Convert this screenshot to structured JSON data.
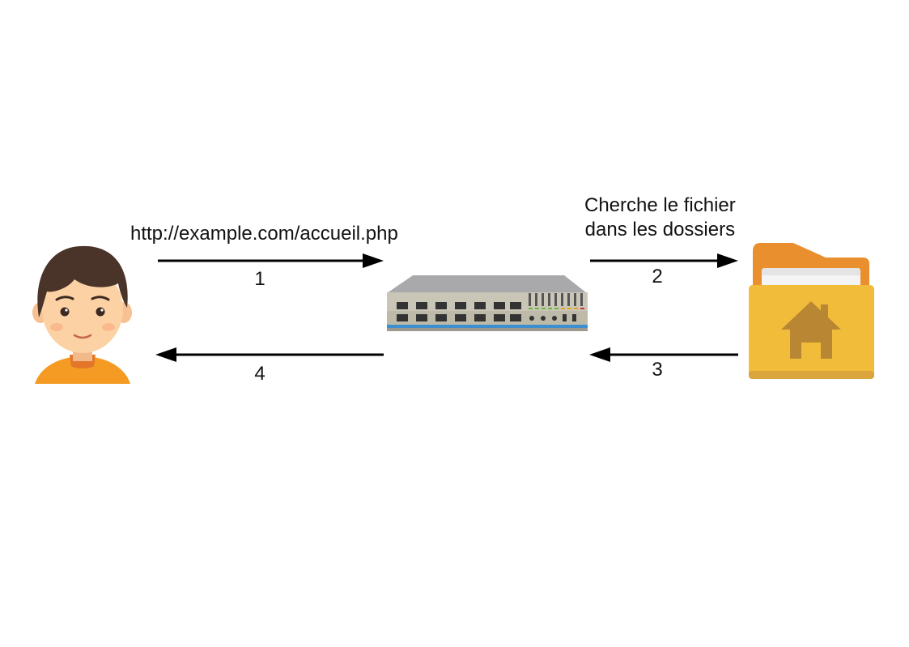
{
  "diagram": {
    "request_url": "http://example.com/accueil.php",
    "search_caption_line1": "Cherche le fichier",
    "search_caption_line2": "dans les dossiers",
    "steps": [
      "1",
      "2",
      "3",
      "4"
    ],
    "nodes": {
      "user": "user-avatar-icon",
      "server": "server-switch-icon",
      "folder": "home-folder-icon"
    },
    "colors": {
      "arrow": "#000000",
      "hair": "#4a3329",
      "skin": "#fcd2a4",
      "shirt": "#f59a23",
      "folder_back": "#e98f2e",
      "folder_front": "#f2bc3b",
      "folder_house": "#b98733",
      "server_body": "#c9c6b8",
      "server_top": "#a9a9ab"
    }
  }
}
